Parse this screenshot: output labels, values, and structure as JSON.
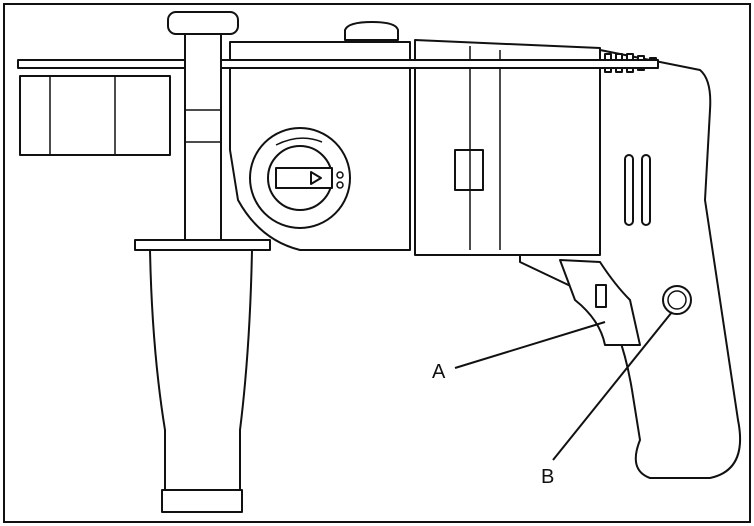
{
  "figure": {
    "callouts": [
      {
        "id": "A",
        "text": "A"
      },
      {
        "id": "B",
        "text": "B"
      }
    ]
  }
}
